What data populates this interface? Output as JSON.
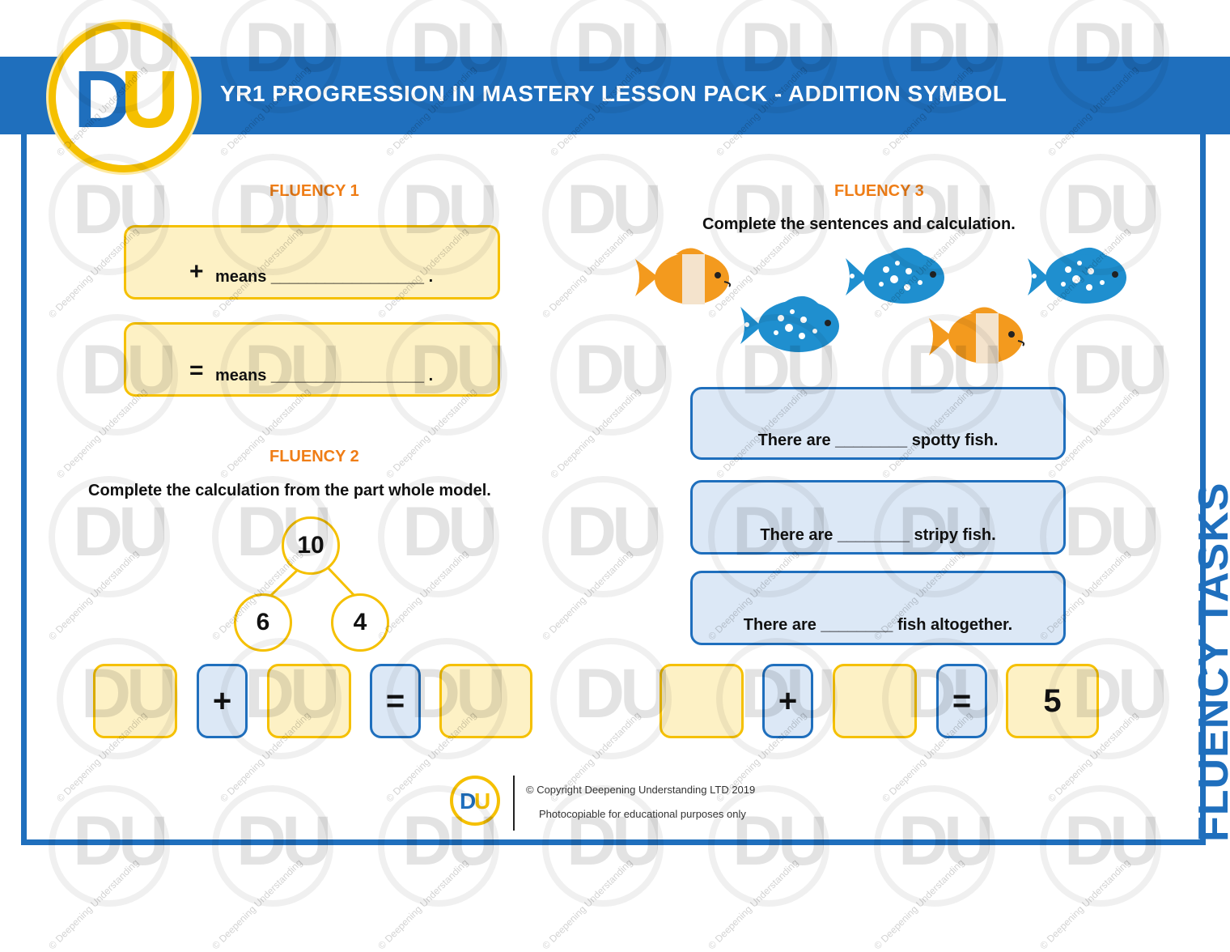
{
  "header": {
    "title": "YR1 PROGRESSION IN MASTERY LESSON PACK - ADDITION SYMBOL",
    "logo_letters": [
      "D",
      "U"
    ]
  },
  "fluency1": {
    "heading": "FLUENCY 1",
    "rows": [
      {
        "symbol": "+",
        "text": "means _________________ ."
      },
      {
        "symbol": "=",
        "text": "means _________________ ."
      }
    ]
  },
  "fluency2": {
    "heading": "FLUENCY 2",
    "instruction": "Complete the calculation from the part whole model.",
    "whole": "10",
    "parts": [
      "6",
      "4"
    ],
    "calculation": {
      "op1": "+",
      "op2": "="
    }
  },
  "fluency3": {
    "heading": "FLUENCY 3",
    "instruction": "Complete the sentences and calculation.",
    "sentences": [
      "There are ________ spotty fish.",
      "There are ________ stripy fish.",
      "There are ________ fish altogether."
    ],
    "calculation": {
      "op1": "+",
      "op2": "=",
      "result": "5"
    }
  },
  "side_label": "FLUENCY TASKS",
  "footer": {
    "copyright": "© Copyright Deepening Understanding LTD 2019",
    "note": "Photocopiable for educational purposes only"
  },
  "watermark": {
    "letters": "DU",
    "text": "© Deepening Understanding"
  },
  "colors": {
    "brand_blue": "#1f6fbd",
    "brand_yellow": "#f5c000",
    "heading_orange": "#ef7d16"
  }
}
